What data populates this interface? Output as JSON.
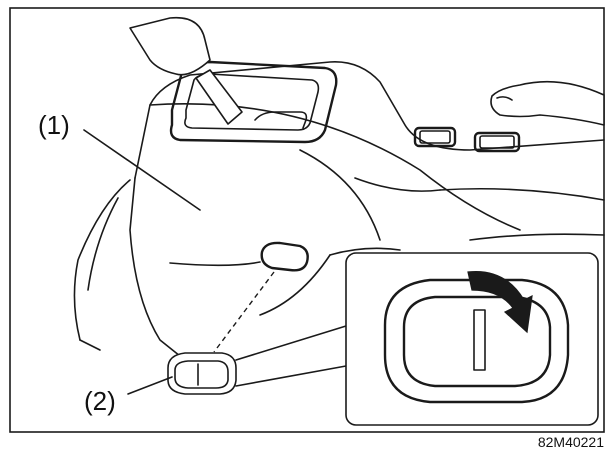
{
  "callouts": {
    "part1": "(1)",
    "part2": "(2)"
  },
  "figure_code": "82M40221",
  "colors": {
    "line": "#1a1a1a",
    "background": "#ffffff",
    "arrow": "#1a1a1a"
  },
  "icons": {
    "rotate_arrow": "rotate-clockwise-arrow-icon"
  }
}
